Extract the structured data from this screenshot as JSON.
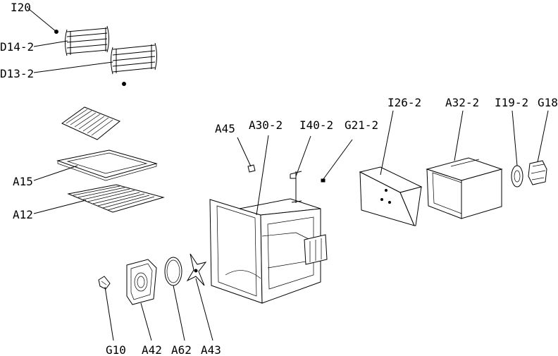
{
  "labels": {
    "i20": "I20",
    "d14_2": "D14-2",
    "d13_2": "D13-2",
    "a15": "A15",
    "a12": "A12",
    "a45": "A45",
    "a30_2": "A30-2",
    "i40_2": "I40-2",
    "g21_2": "G21-2",
    "i26_2": "I26-2",
    "a32_2": "A32-2",
    "i19_2": "I19-2",
    "g18": "G18",
    "g10": "G10",
    "a42": "A42",
    "a62": "A62",
    "a43": "A43"
  }
}
